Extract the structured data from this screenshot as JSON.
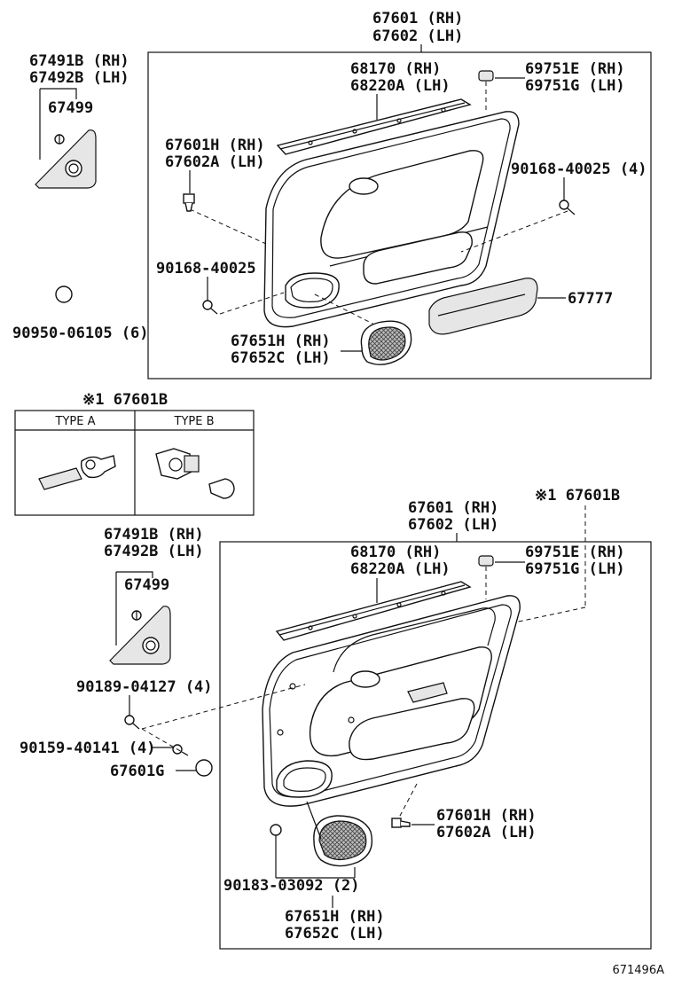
{
  "diagram_id": "671496A",
  "top": {
    "assembly": [
      "67601 (RH)",
      "67602 (LH)"
    ],
    "weatherstrip": [
      "68170 (RH)",
      "68220A (LH)"
    ],
    "clip_cap": [
      "69751E (RH)",
      "69751G (LH)"
    ],
    "clip_left": [
      "67601H (RH)",
      "67602A (LH)"
    ],
    "screw_right": "90168-40025 (4)",
    "screw_lower": "90168-40025",
    "armrest_pad": "67777",
    "pull_handle": [
      "67651H (RH)",
      "67652C (LH)"
    ],
    "corner_cover": [
      "67491B (RH)",
      "67492B (LH)"
    ],
    "corner_screw": "67499",
    "plug": "90950-06105 (6)"
  },
  "inset": {
    "title": "※1 67601B",
    "type_a": "TYPE A",
    "type_b": "TYPE B"
  },
  "bottom": {
    "assembly": [
      "67601 (RH)",
      "67602 (LH)"
    ],
    "note_ref": "※1 67601B",
    "weatherstrip": [
      "68170 (RH)",
      "68220A (LH)"
    ],
    "clip_cap": [
      "69751E (RH)",
      "69751G (LH)"
    ],
    "corner_cover": [
      "67491B (RH)",
      "67492B (LH)"
    ],
    "corner_screw": "67499",
    "screw_a": "90189-04127 (4)",
    "screw_b": "90159-40141 (4)",
    "plug": "67601G",
    "clip_right": [
      "67601H (RH)",
      "67602A (LH)"
    ],
    "screw_c": "90183-03092 (2)",
    "pull_handle": [
      "67651H (RH)",
      "67652C (LH)"
    ]
  }
}
